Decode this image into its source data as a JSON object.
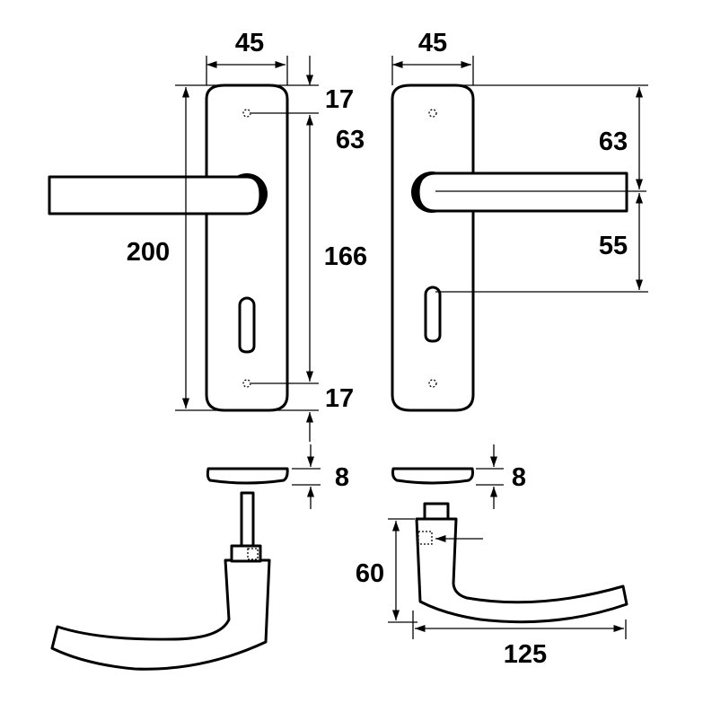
{
  "drawing": {
    "front_view": {
      "plate_width": "45",
      "plate_height": "200",
      "top_screw_offset": "17",
      "screw_to_lever": "63",
      "screw_spacing": "166",
      "bottom_screw_offset": "17"
    },
    "back_view": {
      "plate_width": "45",
      "top_to_lever": "63",
      "lever_to_keyhole": "55"
    },
    "rose_left": {
      "thickness": "8"
    },
    "rose_right": {
      "thickness": "8"
    },
    "lever_side": {
      "height": "60",
      "length": "125"
    }
  }
}
